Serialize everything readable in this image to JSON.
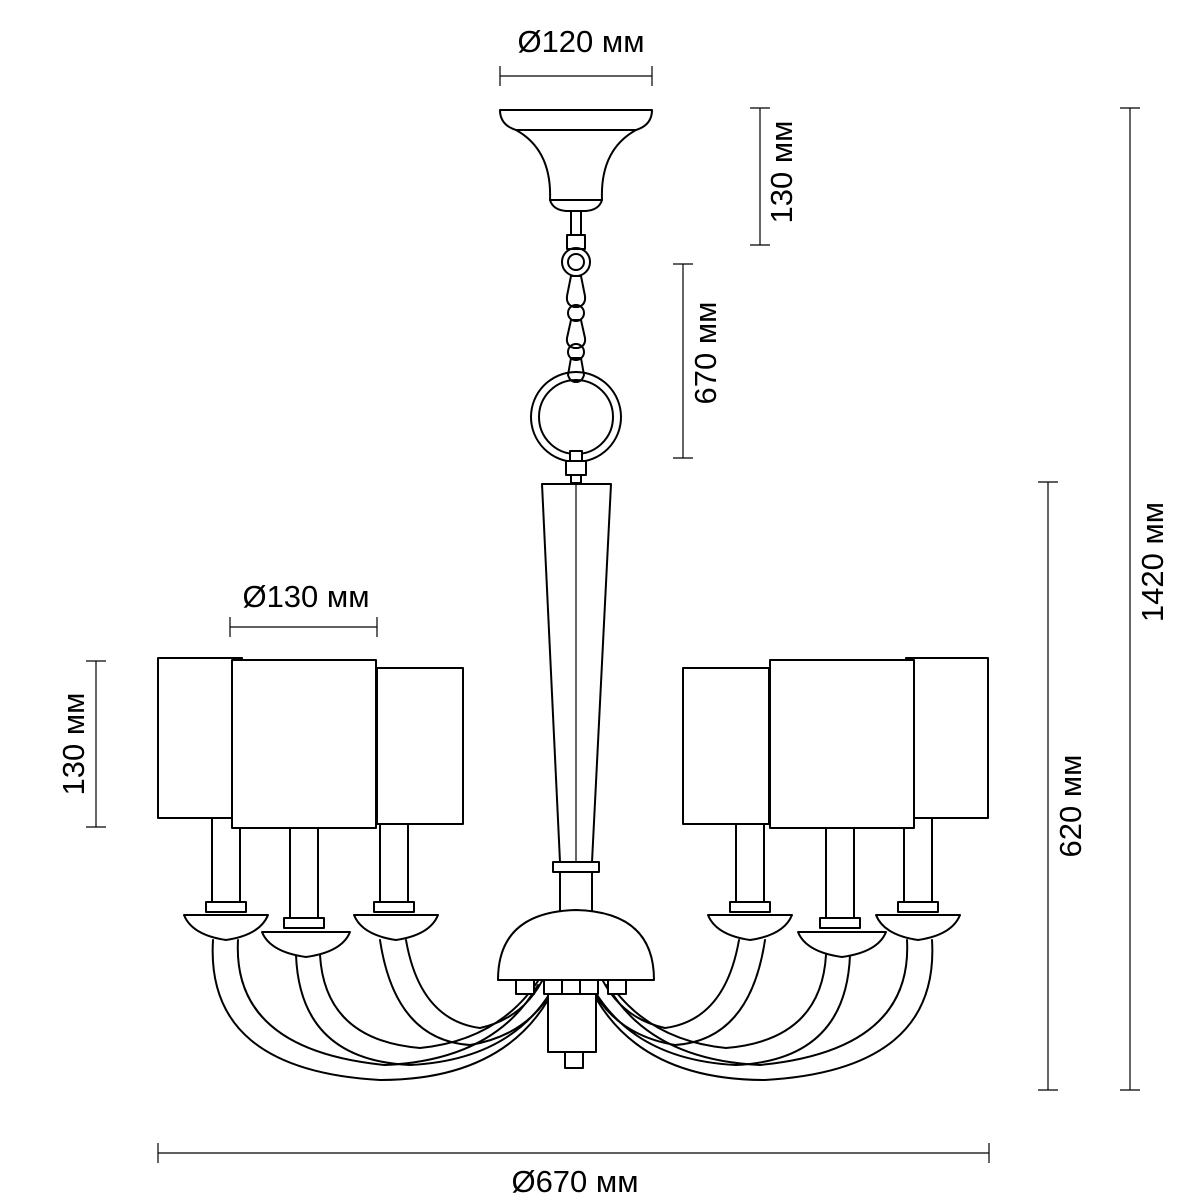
{
  "dimensions": {
    "canopy_diameter": "Ø120 мм",
    "canopy_height": "130 мм",
    "chain_length": "670 мм",
    "total_height": "1420 мм",
    "body_height": "620 мм",
    "shade_diameter": "Ø130 мм",
    "shade_height": "130 мм",
    "overall_diameter": "Ø670 мм"
  }
}
